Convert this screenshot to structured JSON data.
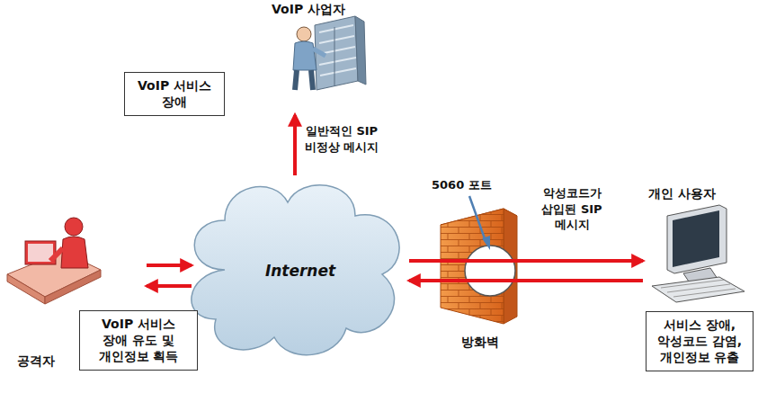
{
  "diagram": {
    "nodes": [
      {
        "text": [
          "VoIP 사업자"
        ]
      },
      {
        "text": [
          "VoIP 서비스 장애"
        ]
      },
      {
        "text": [
          "Internet"
        ]
      },
      {
        "text": [
          "공격자"
        ]
      },
      {
        "text": [
          "VoIP 서비스 장애 유도 및 개인정보 획득"
        ]
      },
      {
        "text": [
          "방화벽"
        ]
      },
      {
        "text": [
          "개인 사용자"
        ]
      },
      {
        "text": [
          "서비스 장애, 악성코드 감염, 개인정보 유출"
        ]
      }
    ],
    "edges": [
      {
        "from": 2,
        "to": 0,
        "label": "일반적인 SIP 비정상 메시지",
        "arrow": "to"
      },
      {
        "from": 3,
        "to": 2,
        "arrow": "to"
      },
      {
        "from": 2,
        "to": 3,
        "arrow": "to"
      },
      {
        "from": 2,
        "to": 6,
        "label": "악성코드가 삽입된 SIP 메시지",
        "arrow": "to"
      },
      {
        "from": 6,
        "to": 2,
        "arrow": "to"
      }
    ],
    "labels": [
      "5060 포트"
    ]
  }
}
